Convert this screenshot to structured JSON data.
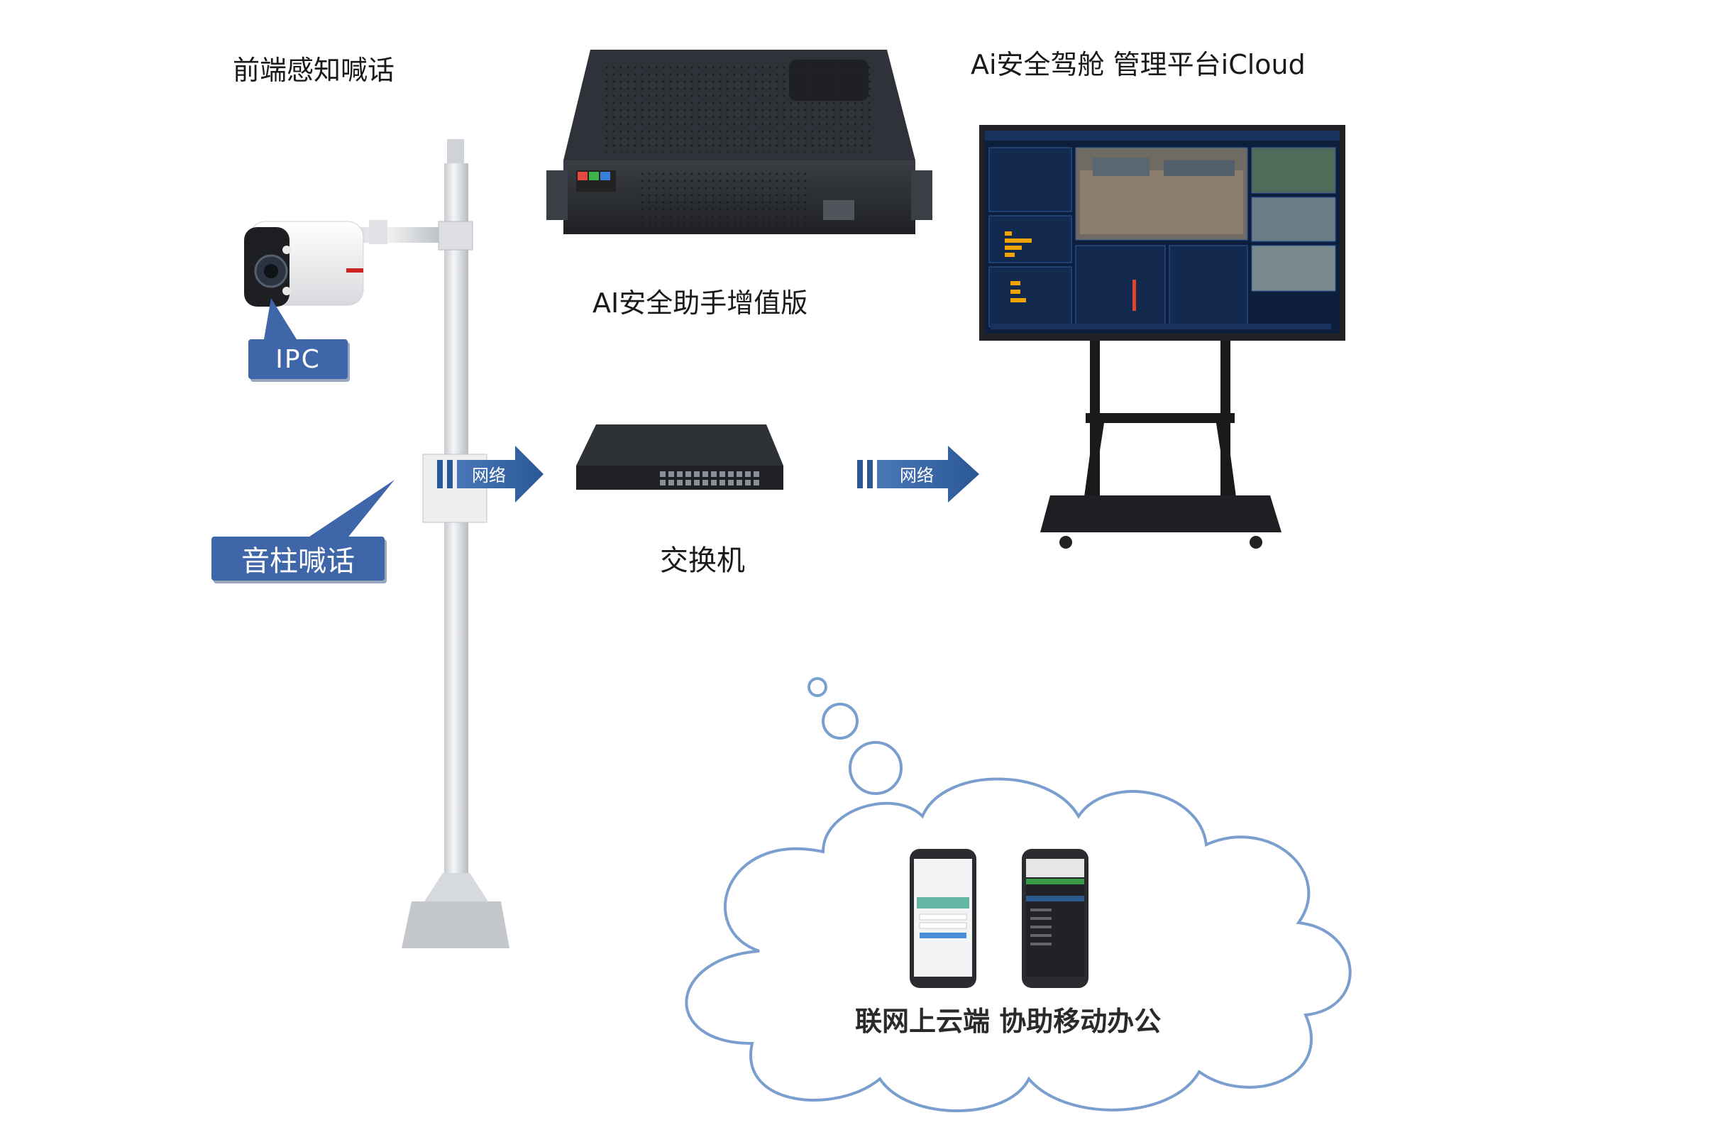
{
  "labels": {
    "frontend": "前端感知喊话",
    "server": "AI安全助手增值版",
    "platform": "Ai安全驾舱 管理平台iCloud",
    "switch": "交换机",
    "cloud": "联网上云端 协助移动办公"
  },
  "callouts": {
    "ipc": "IPC",
    "speaker": "音柱喊话"
  },
  "arrows": {
    "network_left": "网络",
    "network_right": "网络"
  },
  "colors": {
    "callout_blue": "#3f66a8",
    "arrow_blue": "#2f5ea0",
    "cloud_stroke": "#7a9fcf",
    "device_dark": "#2a2d33",
    "screen_dark": "#0e1f3d",
    "chart_orange": "#f0a400"
  }
}
